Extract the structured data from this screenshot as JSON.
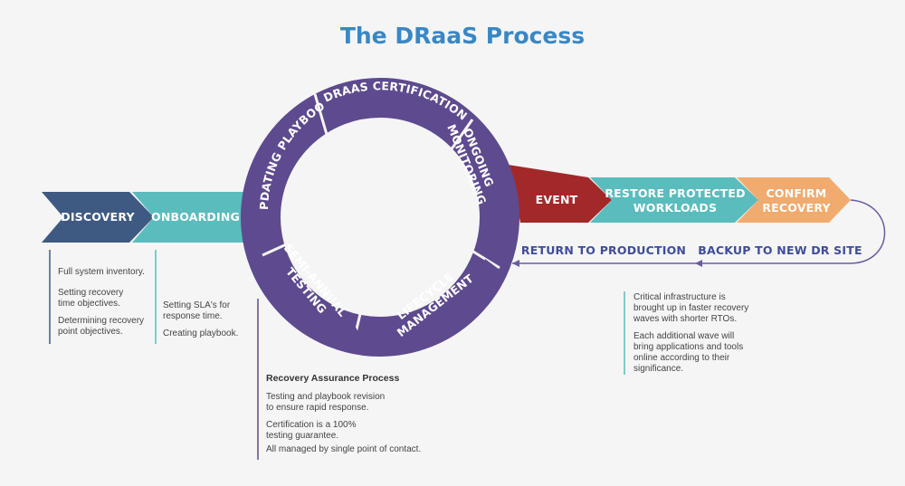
{
  "title": "The DRaaS Process",
  "colors": {
    "discovery": "#3f5a82",
    "onboarding": "#5bbcbd",
    "cycle": "#5e4a8e",
    "event": "#a3282a",
    "restore": "#5bbcbd",
    "confirm": "#f1ab6e",
    "return_line": "#6b5ba0",
    "title": "#3a87c4"
  },
  "left_chain": {
    "discovery": "DISCOVERY",
    "onboarding": "ONBOARDING"
  },
  "cycle": {
    "updating": "UPDATING PLAYBOOK",
    "certification": "DRAAS CERTIFICATION",
    "monitoring_line1": "ONGOING",
    "monitoring_line2": "MONITORING",
    "lifecycle_line1": "LIFECYCLE",
    "lifecycle_line2": "MANAGEMENT",
    "testing_line1": "SEMI-ANNUAL",
    "testing_line2": "TESTING"
  },
  "right_chain": {
    "event": "EVENT",
    "restore_line1": "RESTORE PROTECTED",
    "restore_line2": "WORKLOADS",
    "confirm_line1": "CONFIRM",
    "confirm_line2": "RECOVERY",
    "backup": "BACKUP TO NEW DR SITE",
    "return": "RETURN TO PRODUCTION"
  },
  "notes": {
    "discovery": [
      "Full system inventory.",
      "Setting recovery",
      "time objectives.",
      "Determining recovery",
      "point objectives."
    ],
    "onboarding": [
      "Setting SLA's for",
      "response time.",
      "Creating playbook."
    ],
    "recovery_title": "Recovery Assurance Process",
    "recovery": [
      "Testing and playbook revision",
      "to ensure rapid response.",
      "Certification is a 100%",
      "testing guarantee.",
      "All managed by single point of contact."
    ],
    "critical": [
      "Critical infrastructure is",
      "brought up in faster recovery",
      "waves with shorter RTOs.",
      "Each additional wave will",
      "bring applications and tools",
      "online according to their",
      "significance."
    ]
  }
}
